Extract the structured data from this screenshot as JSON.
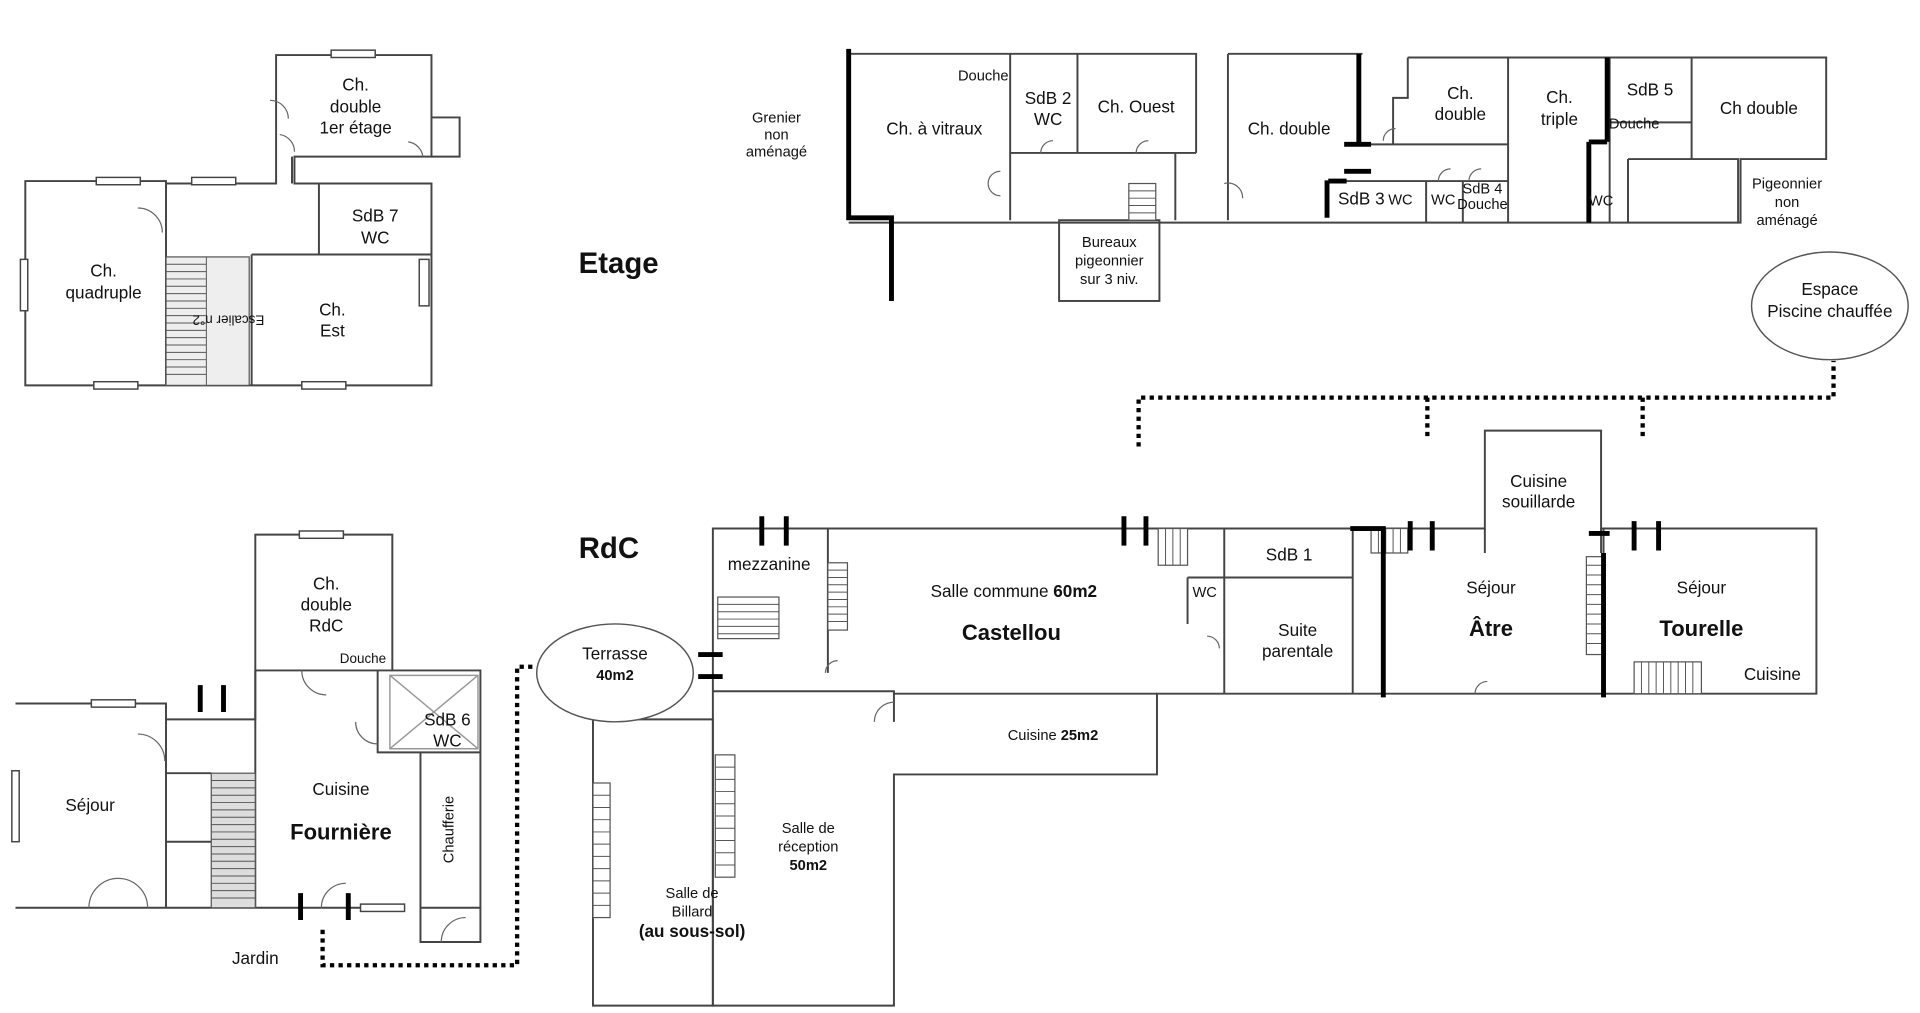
{
  "titles": {
    "etage": "Etage",
    "rdc": "RdC"
  },
  "annexe_etage": {
    "ch_double_1": [
      "Ch.",
      "double",
      "1er étage"
    ],
    "ch_quadruple": [
      "Ch.",
      "quadruple"
    ],
    "sdb7": [
      "SdB 7",
      "WC"
    ],
    "ch_est": [
      "Ch.",
      "Est"
    ],
    "escalier": "Escalier n°2"
  },
  "annexe_rdc": {
    "ch_double_rdc": [
      "Ch.",
      "double",
      "RdC"
    ],
    "douche": "Douche",
    "sdb6": [
      "SdB 6",
      "WC"
    ],
    "sejour": "Séjour",
    "cuisine": "Cuisine",
    "fourniere": "Fournière",
    "chaufferie": "Chaufferie",
    "jardin": "Jardin"
  },
  "etage": {
    "grenier": [
      "Grenier",
      "non",
      "aménagé"
    ],
    "douche_vitraux": "Douche",
    "ch_vitraux": "Ch. à vitraux",
    "sdb2": [
      "SdB 2",
      "WC"
    ],
    "ch_ouest": "Ch. Ouest",
    "bureaux": [
      "Bureaux",
      "pigeonnier",
      "sur 3 niv."
    ],
    "ch_double_a": "Ch. double",
    "ch_double_b": [
      "Ch.",
      "double"
    ],
    "sdb3": "SdB 3",
    "sdb3_wc": "WC",
    "wc": "WC",
    "sdb4": [
      "SdB 4",
      "Douche"
    ],
    "ch_triple": [
      "Ch.",
      "triple"
    ],
    "sdb5": "SdB 5",
    "douche5": "Douche",
    "wc2": "WC",
    "ch_double_c": "Ch double",
    "pigeonnier": [
      "Pigeonnier",
      "non",
      "aménagé"
    ]
  },
  "piscine": [
    "Espace",
    "Piscine chauffée"
  ],
  "rdc": {
    "terrasse": [
      "Terrasse",
      "40m2"
    ],
    "mezzanine": "mezzanine",
    "salle_commune": "Salle commune ",
    "salle_commune_area": "60m2",
    "castellou": "Castellou",
    "wc": "WC",
    "sdb1": "SdB 1",
    "suite": [
      "Suite",
      "parentale"
    ],
    "cuisine_souillarde": [
      "Cuisine",
      "souillarde"
    ],
    "sejour_atre": "Séjour",
    "atre": "Âtre",
    "sejour_tourelle": "Séjour",
    "tourelle": "Tourelle",
    "cuisine_tourelle": "Cuisine",
    "cuisine_25": "Cuisine ",
    "cuisine_25_area": "25m2",
    "reception": [
      "Salle de",
      "réception",
      "50m2"
    ],
    "billard": [
      "Salle de",
      "Billard",
      "(au sous-sol)"
    ]
  }
}
